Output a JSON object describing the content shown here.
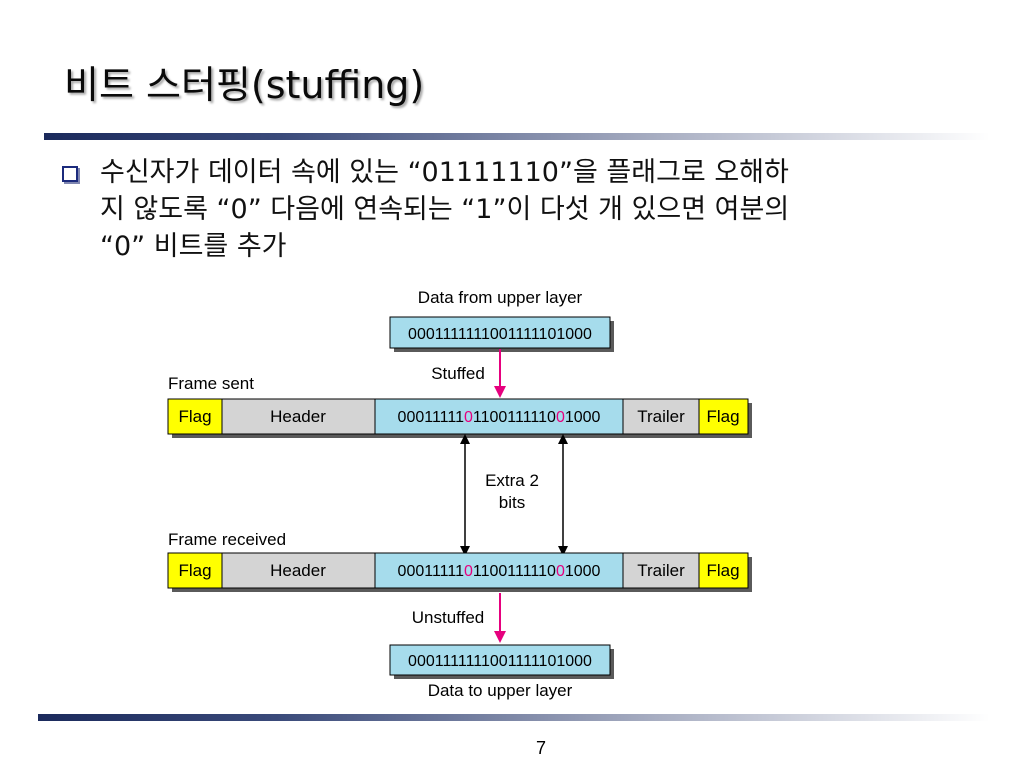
{
  "slide": {
    "title": "비트 스터핑(stuffing)",
    "bullet_lines": [
      "수신자가 데이터 속에 있는 “01111110”을 플래그로 오해하",
      "지 않도록 “0” 다음에 연속되는 “1”이 다섯 개 있으면 여분의",
      "“0” 비트를 추가"
    ],
    "page_number": "7"
  },
  "diagram": {
    "data_from_upper_label": "Data from upper layer",
    "data_from_upper_bits": "0001111111001111101000",
    "stuffed_label": "Stuffed",
    "frame_sent_label": "Frame sent",
    "frame_received_label": "Frame received",
    "flag_label": "Flag",
    "header_label": "Header",
    "trailer_label": "Trailer",
    "stuffed_bits_parts": [
      "00011111",
      "0",
      "1100111110",
      "0",
      "1000"
    ],
    "extra_bits_line1": "Extra 2",
    "extra_bits_line2": "bits",
    "unstuffed_label": "Unstuffed",
    "data_to_upper_bits": "0001111111001111101000",
    "data_to_upper_label": "Data to upper layer",
    "colors": {
      "flag": "#ffff00",
      "header": "#d4d4d4",
      "data": "#a6dcec",
      "stuffed_bit": "#e6007e",
      "arrow_pink": "#e6007e"
    }
  }
}
